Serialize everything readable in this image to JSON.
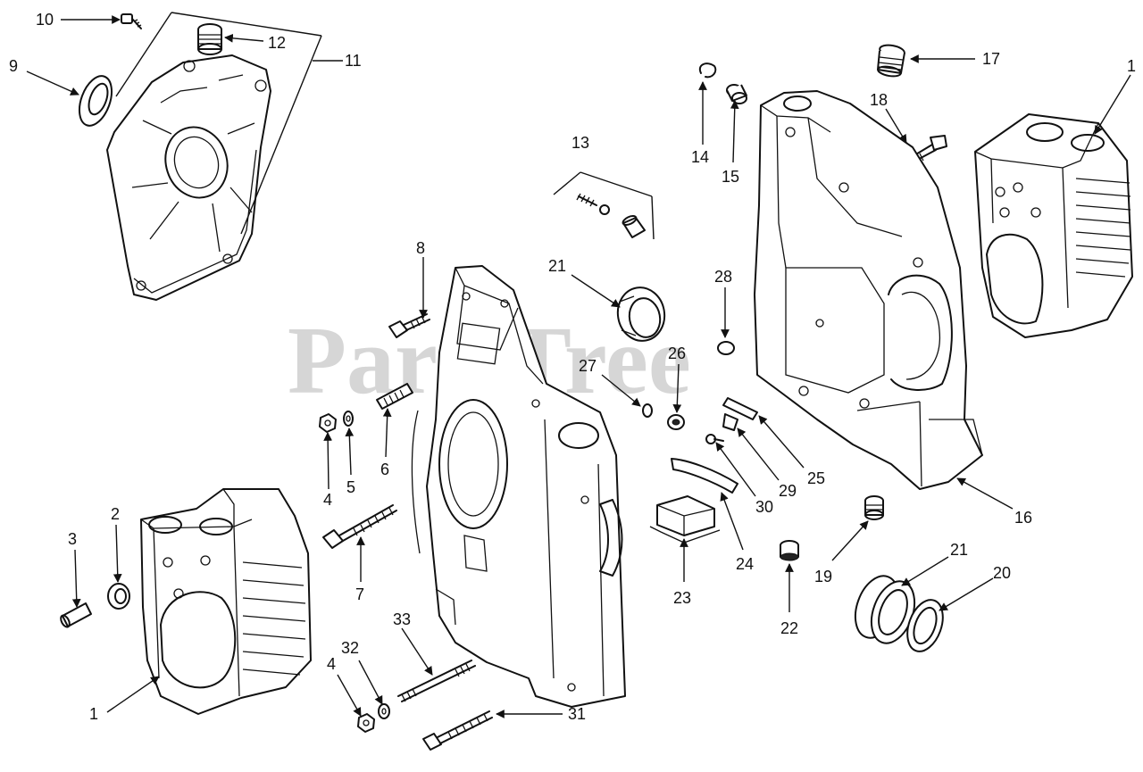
{
  "watermark": "PartsTree",
  "callouts": [
    {
      "id": "c10",
      "text": "10"
    },
    {
      "id": "c12",
      "text": "12"
    },
    {
      "id": "c11",
      "text": "11"
    },
    {
      "id": "c9",
      "text": "9"
    },
    {
      "id": "c13",
      "text": "13"
    },
    {
      "id": "c14",
      "text": "14"
    },
    {
      "id": "c15",
      "text": "15"
    },
    {
      "id": "c17",
      "text": "17"
    },
    {
      "id": "c18",
      "text": "18"
    },
    {
      "id": "c1a",
      "text": "1"
    },
    {
      "id": "c8",
      "text": "8"
    },
    {
      "id": "c21a",
      "text": "21"
    },
    {
      "id": "c28",
      "text": "28"
    },
    {
      "id": "c27",
      "text": "27"
    },
    {
      "id": "c26",
      "text": "26"
    },
    {
      "id": "c4a",
      "text": "4"
    },
    {
      "id": "c5",
      "text": "5"
    },
    {
      "id": "c6",
      "text": "6"
    },
    {
      "id": "c29",
      "text": "29"
    },
    {
      "id": "c30",
      "text": "30"
    },
    {
      "id": "c25",
      "text": "25"
    },
    {
      "id": "c16",
      "text": "16"
    },
    {
      "id": "c3",
      "text": "3"
    },
    {
      "id": "c2",
      "text": "2"
    },
    {
      "id": "c7",
      "text": "7"
    },
    {
      "id": "c24",
      "text": "24"
    },
    {
      "id": "c23",
      "text": "23"
    },
    {
      "id": "c19",
      "text": "19"
    },
    {
      "id": "c21b",
      "text": "21"
    },
    {
      "id": "c20",
      "text": "20"
    },
    {
      "id": "c22",
      "text": "22"
    },
    {
      "id": "c33",
      "text": "33"
    },
    {
      "id": "c32",
      "text": "32"
    },
    {
      "id": "c4b",
      "text": "4"
    },
    {
      "id": "c1b",
      "text": "1"
    },
    {
      "id": "c31",
      "text": "31"
    }
  ]
}
